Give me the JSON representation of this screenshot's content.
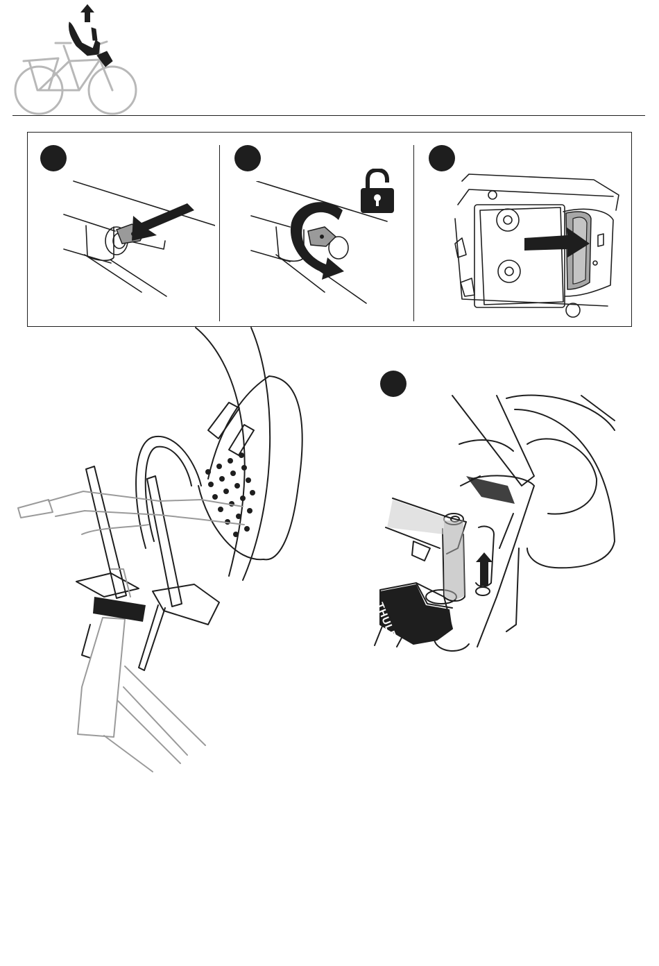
{
  "document": {
    "overview_icon": "bike-seat-remove-up-icon",
    "steps": [
      {
        "id": 1,
        "icon": "key-insert-icon",
        "label": ""
      },
      {
        "id": 2,
        "icon": "key-turn-unlock-icon",
        "label": ""
      },
      {
        "id": 3,
        "icon": "slide-lock-icon",
        "label": ""
      },
      {
        "id": 4,
        "icon": "lift-seat-icon",
        "label": ""
      }
    ],
    "brand_text": "THULE",
    "colors": {
      "ink": "#1e1e1e",
      "grey": "#a7a7a7",
      "light": "#dcdcdc"
    }
  }
}
